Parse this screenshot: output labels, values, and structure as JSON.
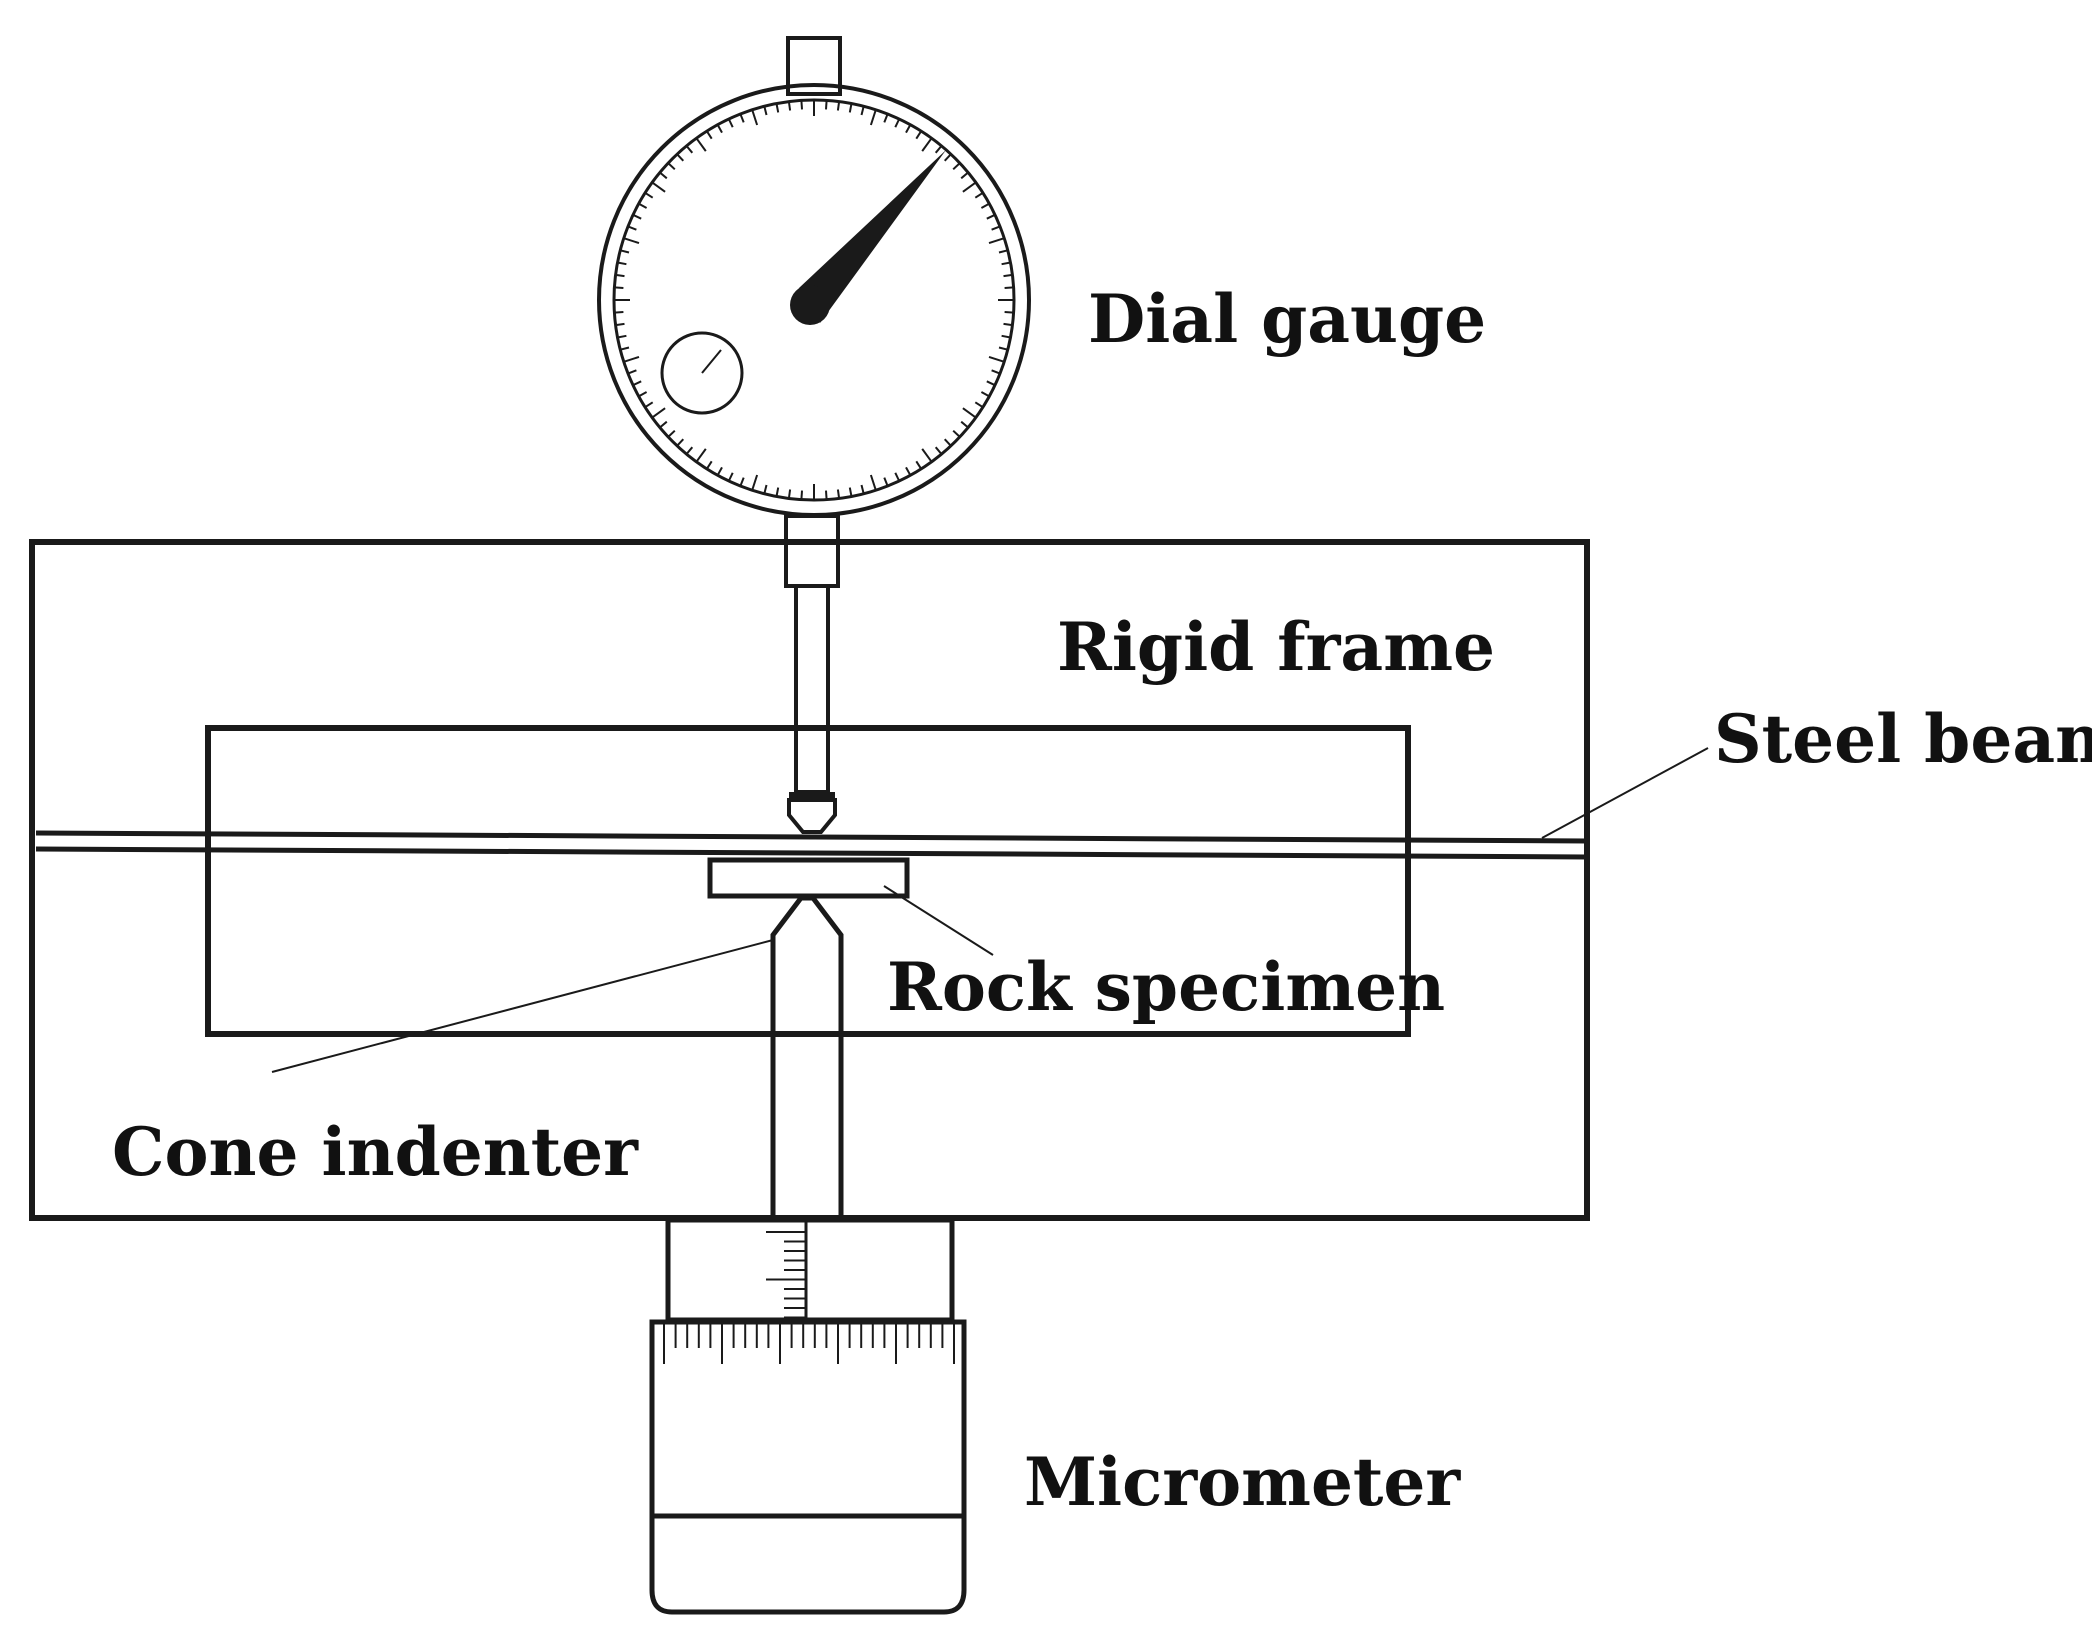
{
  "labels": {
    "dial_gauge": "Dial gauge",
    "rigid_frame": "Rigid frame",
    "steel_beam": "Steel beam",
    "rock_specimen": "Rock specimen",
    "cone_indenter": "Cone indenter",
    "micrometer": "Micrometer"
  },
  "colors": {
    "ink": "#1a1a1a",
    "background": "#ffffff"
  }
}
